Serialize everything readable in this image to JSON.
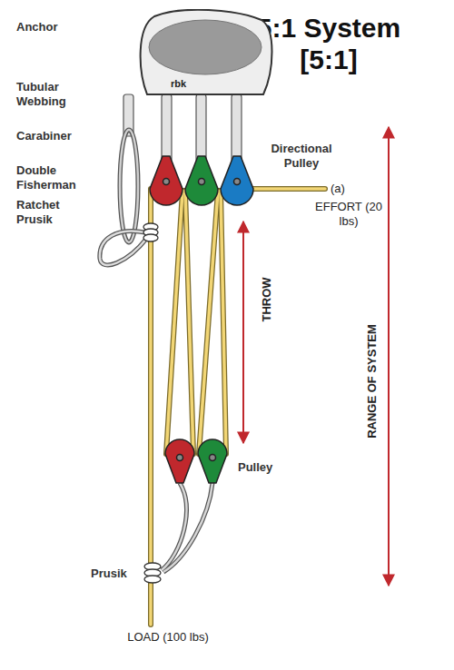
{
  "diagram": {
    "title": "5:1 System [5:1]",
    "nodes": [
      {
        "text": [
          "rbk"
        ]
      }
    ],
    "labels": [
      "Anchor",
      "Tubular Webbing",
      "Carabiner",
      "Double Fisherman",
      "Ratchet Prusik",
      "Directional Pulley",
      "(a)",
      "EFFORT (20 lbs)",
      "THROW",
      "Pulley",
      "RANGE OF SYSTEM",
      "Prusik",
      "LOAD (100 lbs)"
    ]
  }
}
